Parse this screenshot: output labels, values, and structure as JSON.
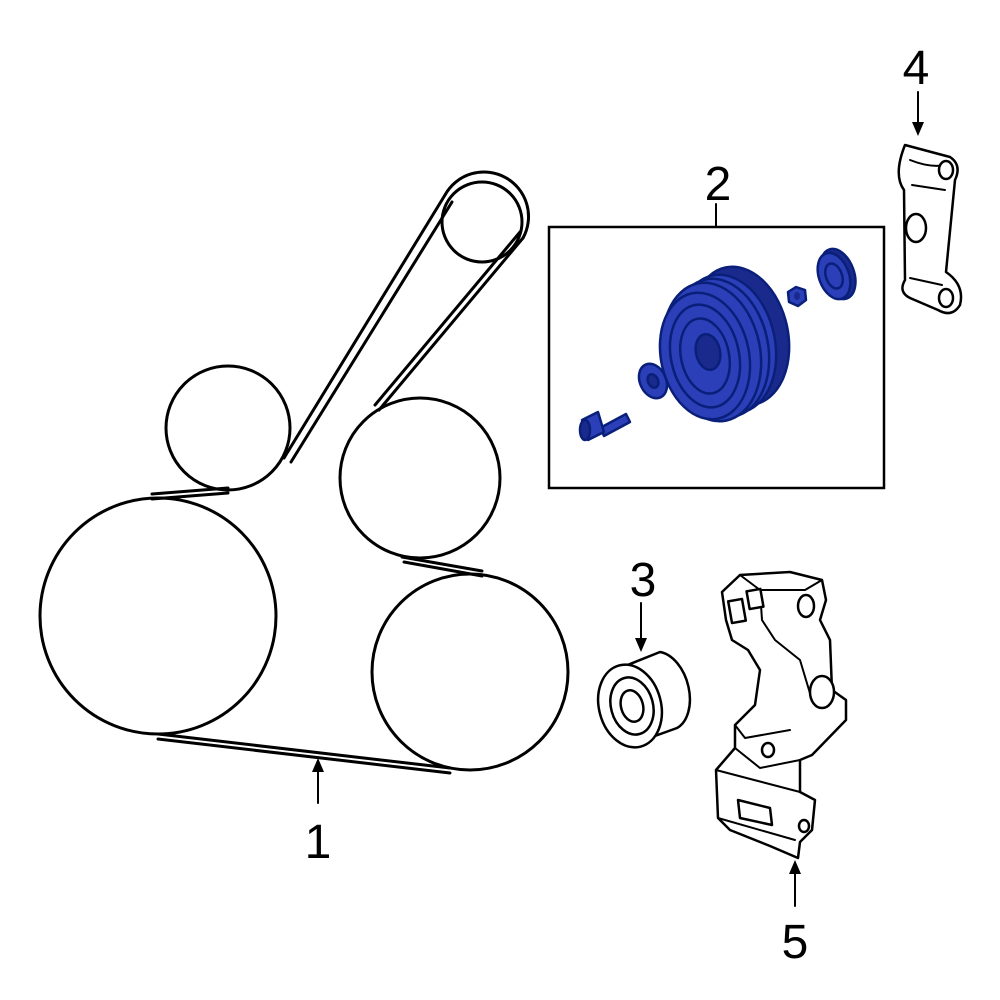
{
  "callouts": {
    "one": "1",
    "two": "2",
    "three": "3",
    "four": "4",
    "five": "5"
  },
  "colors": {
    "highlight_fill": "#2b3fb8",
    "highlight_dark": "#1a2a8c",
    "highlight_outline": "#0a1f7a",
    "line": "#000000",
    "background": "#ffffff"
  }
}
